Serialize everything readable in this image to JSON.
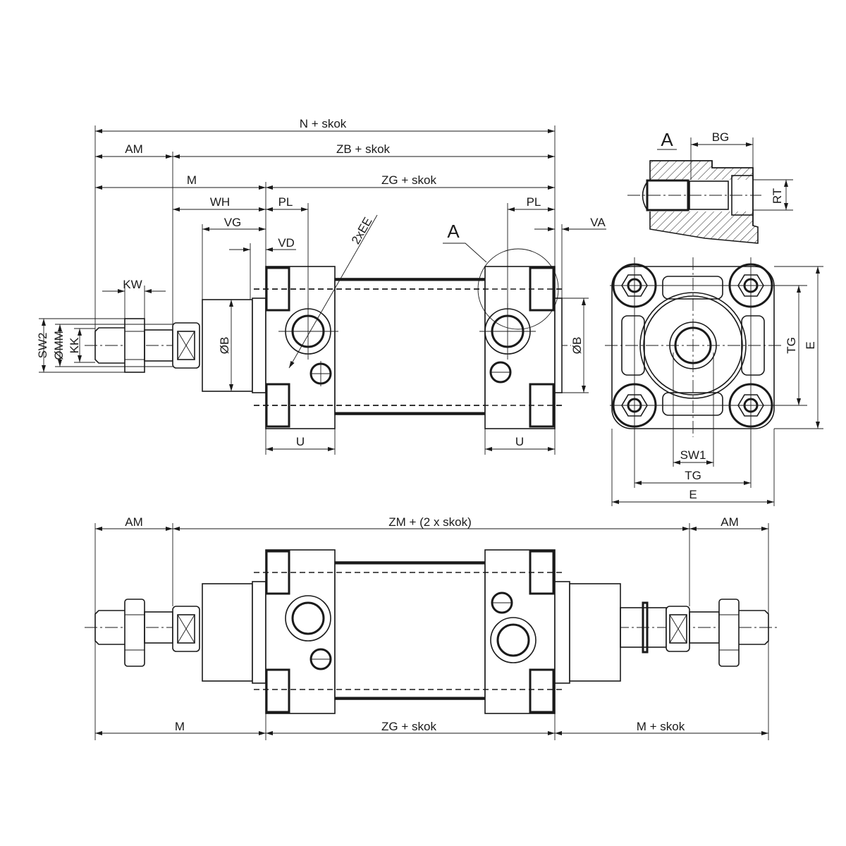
{
  "title": "Pneumatic cylinder dimension drawing",
  "side_view": {
    "n_skok": "N + skok",
    "am": "AM",
    "zb_skok": "ZB + skok",
    "m": "M",
    "zg_skok": "ZG + skok",
    "wh": "WH",
    "pl_front": "PL",
    "pl_rear": "PL",
    "vg": "VG",
    "va": "VA",
    "vd": "VD",
    "ee": "2xEE",
    "detail_ref": "A",
    "kw": "KW",
    "sw2": "SW2",
    "mm": "ØMM",
    "kk": "KK",
    "b_front": "ØB",
    "b_rear": "ØB",
    "u_front": "U",
    "u_rear": "U"
  },
  "detail_a": {
    "label": "A",
    "bg": "BG",
    "rt": "RT"
  },
  "end_view": {
    "tg_vertical": "TG",
    "e_vertical": "E",
    "sw1": "SW1",
    "tg_horizontal": "TG",
    "e_horizontal": "E"
  },
  "double_rod_view": {
    "am_left": "AM",
    "zm": "ZM + (2 x skok)",
    "am_right": "AM",
    "m": "M",
    "zg": "ZG + skok",
    "m_skok": "M + skok"
  }
}
